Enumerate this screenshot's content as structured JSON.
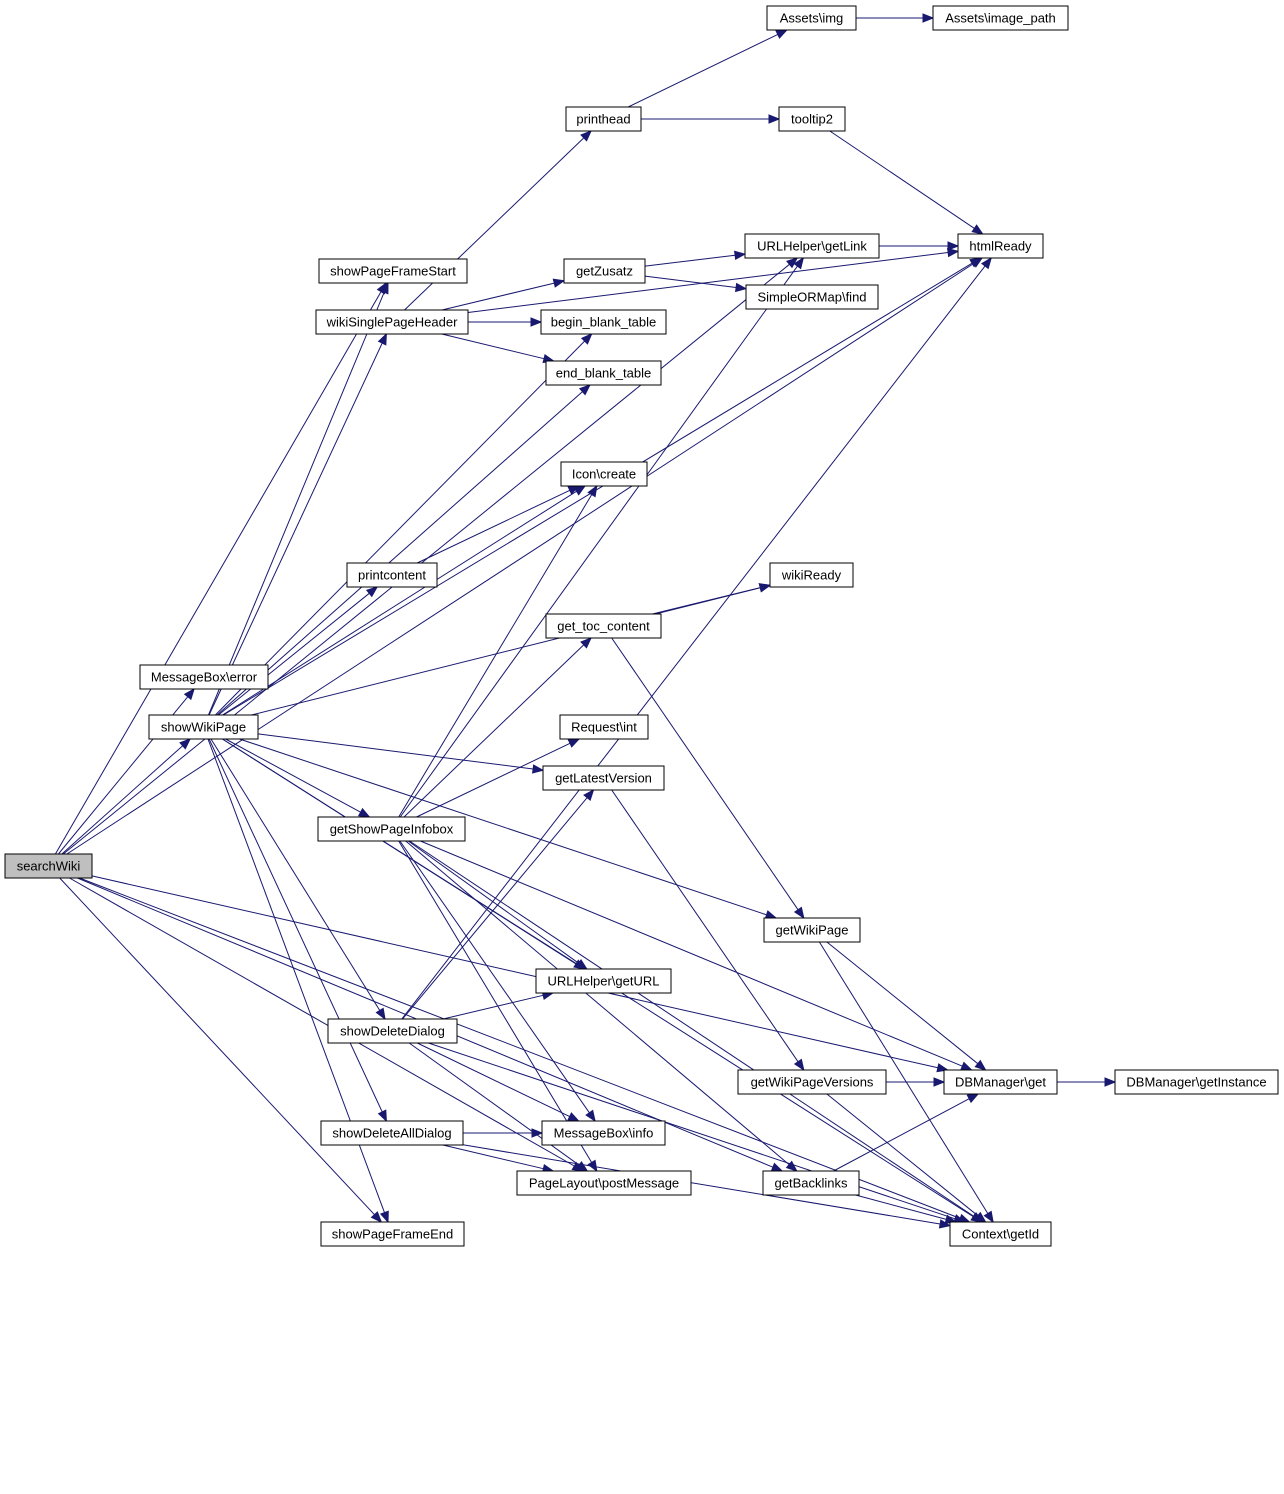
{
  "title": "",
  "nodes": [
    {
      "id": "searchWiki",
      "label": "searchWiki",
      "root": true
    },
    {
      "id": "assetsImg",
      "label": "Assets\\img"
    },
    {
      "id": "assetsImagePath",
      "label": "Assets\\image_path"
    },
    {
      "id": "printhead",
      "label": "printhead"
    },
    {
      "id": "tooltip2",
      "label": "tooltip2"
    },
    {
      "id": "htmlReady",
      "label": "htmlReady"
    },
    {
      "id": "urlGetLink",
      "label": "URLHelper\\getLink"
    },
    {
      "id": "showPageFrameStart",
      "label": "showPageFrameStart"
    },
    {
      "id": "getZusatz",
      "label": "getZusatz"
    },
    {
      "id": "simpleFind",
      "label": "SimpleORMap\\find"
    },
    {
      "id": "wikiSinglePageHeader",
      "label": "wikiSinglePageHeader"
    },
    {
      "id": "beginBlankTable",
      "label": "begin_blank_table"
    },
    {
      "id": "endBlankTable",
      "label": "end_blank_table"
    },
    {
      "id": "iconCreate",
      "label": "Icon\\create"
    },
    {
      "id": "printcontent",
      "label": "printcontent"
    },
    {
      "id": "wikiReady",
      "label": "wikiReady"
    },
    {
      "id": "getTocContent",
      "label": "get_toc_content"
    },
    {
      "id": "messageBoxError",
      "label": "MessageBox\\error"
    },
    {
      "id": "showWikiPage",
      "label": "showWikiPage"
    },
    {
      "id": "requestInt",
      "label": "Request\\int"
    },
    {
      "id": "getLatestVersion",
      "label": "getLatestVersion"
    },
    {
      "id": "getShowPageInfobox",
      "label": "getShowPageInfobox"
    },
    {
      "id": "getWikiPage",
      "label": "getWikiPage"
    },
    {
      "id": "urlGetURL",
      "label": "URLHelper\\getURL"
    },
    {
      "id": "showDeleteDialog",
      "label": "showDeleteDialog"
    },
    {
      "id": "getWikiPageVersions",
      "label": "getWikiPageVersions"
    },
    {
      "id": "dbGet",
      "label": "DBManager\\get"
    },
    {
      "id": "dbGetInstance",
      "label": "DBManager\\getInstance"
    },
    {
      "id": "showDeleteAllDialog",
      "label": "showDeleteAllDialog"
    },
    {
      "id": "messageBoxInfo",
      "label": "MessageBox\\info"
    },
    {
      "id": "postMessage",
      "label": "PageLayout\\postMessage"
    },
    {
      "id": "getBacklinks",
      "label": "getBacklinks"
    },
    {
      "id": "showPageFrameEnd",
      "label": "showPageFrameEnd"
    },
    {
      "id": "contextGetId",
      "label": "Context\\getId"
    }
  ],
  "edges": [
    {
      "from": "searchWiki",
      "to": "htmlReady"
    },
    {
      "from": "searchWiki",
      "to": "urlGetLink"
    },
    {
      "from": "searchWiki",
      "to": "showPageFrameStart"
    },
    {
      "from": "searchWiki",
      "to": "messageBoxError"
    },
    {
      "from": "searchWiki",
      "to": "showWikiPage"
    },
    {
      "from": "searchWiki",
      "to": "showPageFrameEnd"
    },
    {
      "from": "searchWiki",
      "to": "postMessage"
    },
    {
      "from": "searchWiki",
      "to": "getBacklinks"
    },
    {
      "from": "searchWiki",
      "to": "dbGet"
    },
    {
      "from": "searchWiki",
      "to": "contextGetId"
    },
    {
      "from": "assetsImg",
      "to": "assetsImagePath"
    },
    {
      "from": "printhead",
      "to": "assetsImg"
    },
    {
      "from": "printhead",
      "to": "tooltip2"
    },
    {
      "from": "tooltip2",
      "to": "htmlReady"
    },
    {
      "from": "urlGetLink",
      "to": "htmlReady"
    },
    {
      "from": "getZusatz",
      "to": "urlGetLink"
    },
    {
      "from": "getZusatz",
      "to": "simpleFind"
    },
    {
      "from": "wikiSinglePageHeader",
      "to": "printhead"
    },
    {
      "from": "wikiSinglePageHeader",
      "to": "htmlReady"
    },
    {
      "from": "wikiSinglePageHeader",
      "to": "getZusatz"
    },
    {
      "from": "wikiSinglePageHeader",
      "to": "beginBlankTable"
    },
    {
      "from": "wikiSinglePageHeader",
      "to": "endBlankTable"
    },
    {
      "from": "printcontent",
      "to": "iconCreate"
    },
    {
      "from": "getTocContent",
      "to": "wikiReady"
    },
    {
      "from": "getTocContent",
      "to": "getWikiPage"
    },
    {
      "from": "showWikiPage",
      "to": "showPageFrameStart"
    },
    {
      "from": "showWikiPage",
      "to": "wikiSinglePageHeader"
    },
    {
      "from": "showWikiPage",
      "to": "beginBlankTable"
    },
    {
      "from": "showWikiPage",
      "to": "endBlankTable"
    },
    {
      "from": "showWikiPage",
      "to": "htmlReady"
    },
    {
      "from": "showWikiPage",
      "to": "iconCreate"
    },
    {
      "from": "showWikiPage",
      "to": "printcontent"
    },
    {
      "from": "showWikiPage",
      "to": "wikiReady"
    },
    {
      "from": "showWikiPage",
      "to": "getWikiPage"
    },
    {
      "from": "showWikiPage",
      "to": "getLatestVersion"
    },
    {
      "from": "showWikiPage",
      "to": "getShowPageInfobox"
    },
    {
      "from": "showWikiPage",
      "to": "urlGetURL"
    },
    {
      "from": "showWikiPage",
      "to": "showDeleteDialog"
    },
    {
      "from": "showWikiPage",
      "to": "showDeleteAllDialog"
    },
    {
      "from": "showWikiPage",
      "to": "showPageFrameEnd"
    },
    {
      "from": "showWikiPage",
      "to": "contextGetId"
    },
    {
      "from": "getShowPageInfobox",
      "to": "iconCreate"
    },
    {
      "from": "getShowPageInfobox",
      "to": "urlGetLink"
    },
    {
      "from": "getShowPageInfobox",
      "to": "getTocContent"
    },
    {
      "from": "getShowPageInfobox",
      "to": "requestInt"
    },
    {
      "from": "getShowPageInfobox",
      "to": "urlGetURL"
    },
    {
      "from": "getShowPageInfobox",
      "to": "messageBoxInfo"
    },
    {
      "from": "getShowPageInfobox",
      "to": "postMessage"
    },
    {
      "from": "getShowPageInfobox",
      "to": "dbGet"
    },
    {
      "from": "getShowPageInfobox",
      "to": "getBacklinks"
    },
    {
      "from": "getShowPageInfobox",
      "to": "contextGetId"
    },
    {
      "from": "getLatestVersion",
      "to": "getWikiPageVersions"
    },
    {
      "from": "getWikiPage",
      "to": "dbGet"
    },
    {
      "from": "getWikiPage",
      "to": "contextGetId"
    },
    {
      "from": "showDeleteDialog",
      "to": "getLatestVersion"
    },
    {
      "from": "showDeleteDialog",
      "to": "urlGetURL"
    },
    {
      "from": "showDeleteDialog",
      "to": "htmlReady"
    },
    {
      "from": "showDeleteDialog",
      "to": "messageBoxInfo"
    },
    {
      "from": "showDeleteDialog",
      "to": "postMessage"
    },
    {
      "from": "showDeleteDialog",
      "to": "contextGetId"
    },
    {
      "from": "getWikiPageVersions",
      "to": "dbGet"
    },
    {
      "from": "getWikiPageVersions",
      "to": "contextGetId"
    },
    {
      "from": "dbGet",
      "to": "dbGetInstance"
    },
    {
      "from": "showDeleteAllDialog",
      "to": "messageBoxInfo"
    },
    {
      "from": "showDeleteAllDialog",
      "to": "postMessage"
    },
    {
      "from": "showDeleteAllDialog",
      "to": "contextGetId"
    },
    {
      "from": "getBacklinks",
      "to": "dbGet"
    },
    {
      "from": "getBacklinks",
      "to": "contextGetId"
    }
  ],
  "colors": {
    "edge": "#191970",
    "root_fill": "#bfbfbf",
    "node_fill": "#ffffff",
    "node_stroke": "#000000"
  }
}
